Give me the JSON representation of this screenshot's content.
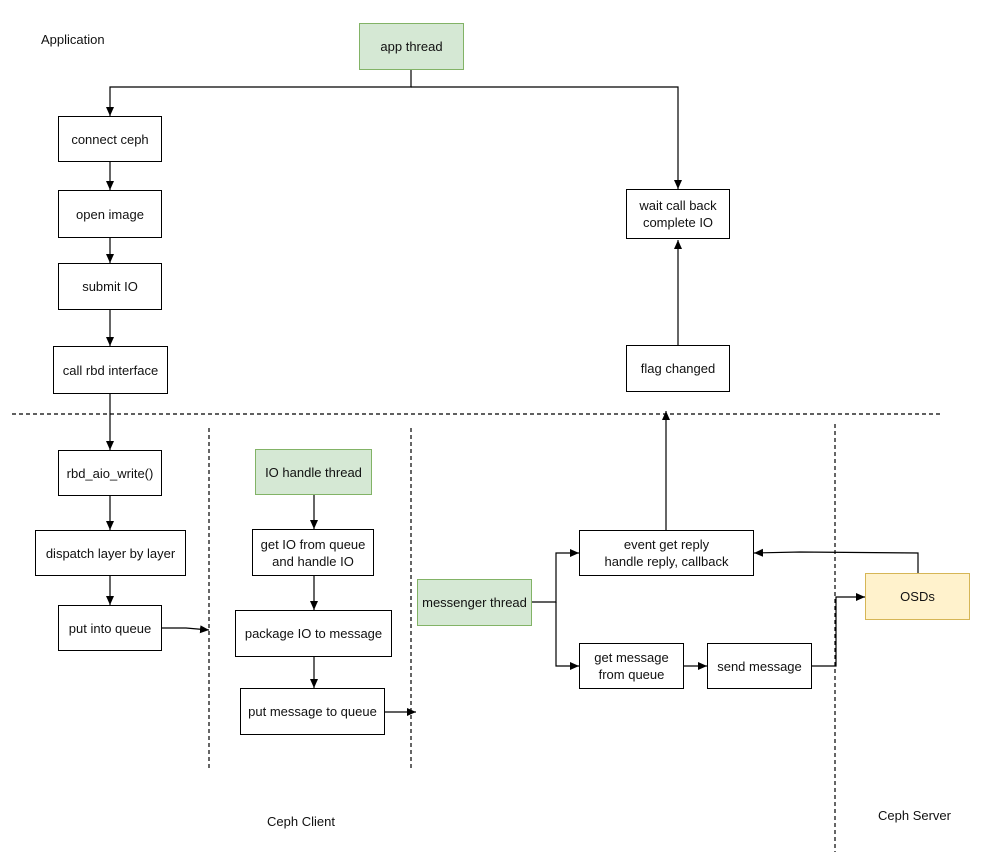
{
  "regions": {
    "application": "Application",
    "ceph_client": "Ceph Client",
    "ceph_server": "Ceph Server"
  },
  "nodes": {
    "app_thread": "app thread",
    "connect_ceph": "connect ceph",
    "open_image": "open image",
    "submit_io": "submit IO",
    "call_rbd_interface": "call rbd interface",
    "wait_callback": "wait call back\ncomplete IO",
    "flag_changed": "flag changed",
    "rbd_aio_write": "rbd_aio_write()",
    "dispatch_layer": "dispatch layer by layer",
    "put_into_queue": "put into queue",
    "io_handle_thread": "IO handle thread",
    "get_io_from_queue": "get IO from queue\nand handle IO",
    "package_io": "package IO to message",
    "put_message_to_queue": "put message to queue",
    "messenger_thread": "messenger thread",
    "event_get_reply": "event get reply\nhandle reply, callback",
    "get_message_from_queue": "get message\nfrom queue",
    "send_message": "send message",
    "osds": "OSDs"
  },
  "colors": {
    "thread_fill": "#d5e8d4",
    "thread_border": "#82b366",
    "server_fill": "#fff2cc",
    "server_border": "#d6b656"
  }
}
